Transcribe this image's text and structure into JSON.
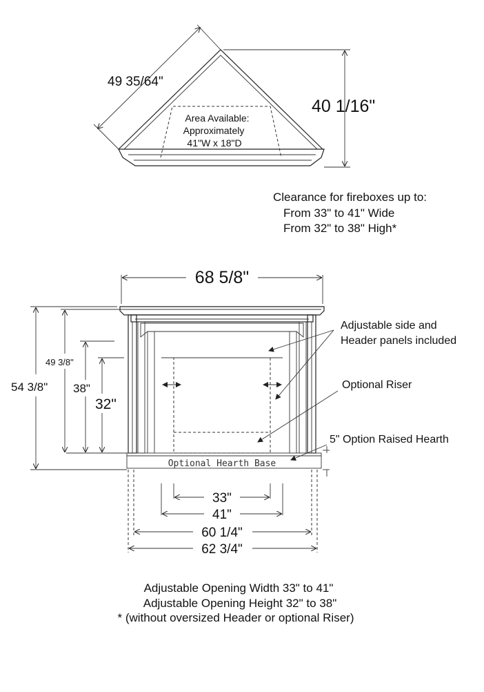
{
  "top_view": {
    "diag_dim": "49 35/64\"",
    "depth_dim": "40 1/16\"",
    "area_line1": "Area Available:",
    "area_line2": "Approximately",
    "area_line3": "41\"W x 18\"D"
  },
  "clearance": {
    "line1": "Clearance for fireboxes up to:",
    "line2": "From 33\" to 41\" Wide",
    "line3": "From 32\" to 38\" High*"
  },
  "front_view": {
    "width_top": "68 5/8\"",
    "h_total": "54 3/8\"",
    "h_inner": "49 3/8\"",
    "h_open_max": "38\"",
    "h_open_min": "32\"",
    "note_panels_1": "Adjustable side and",
    "note_panels_2": "Header panels included",
    "note_riser": "Optional Riser",
    "note_hearth": "5\" Option Raised Hearth",
    "hearth_base": "Optional Hearth Base",
    "w_33": "33\"",
    "w_41": "41\"",
    "w_60": "60 1/4\"",
    "w_62": "62 3/4\""
  },
  "footer": {
    "line1": "Adjustable Opening Width 33\" to 41\"",
    "line2": "Adjustable Opening Height 32\" to 38\"",
    "line3": "* (without oversized Header or optional Riser)"
  }
}
